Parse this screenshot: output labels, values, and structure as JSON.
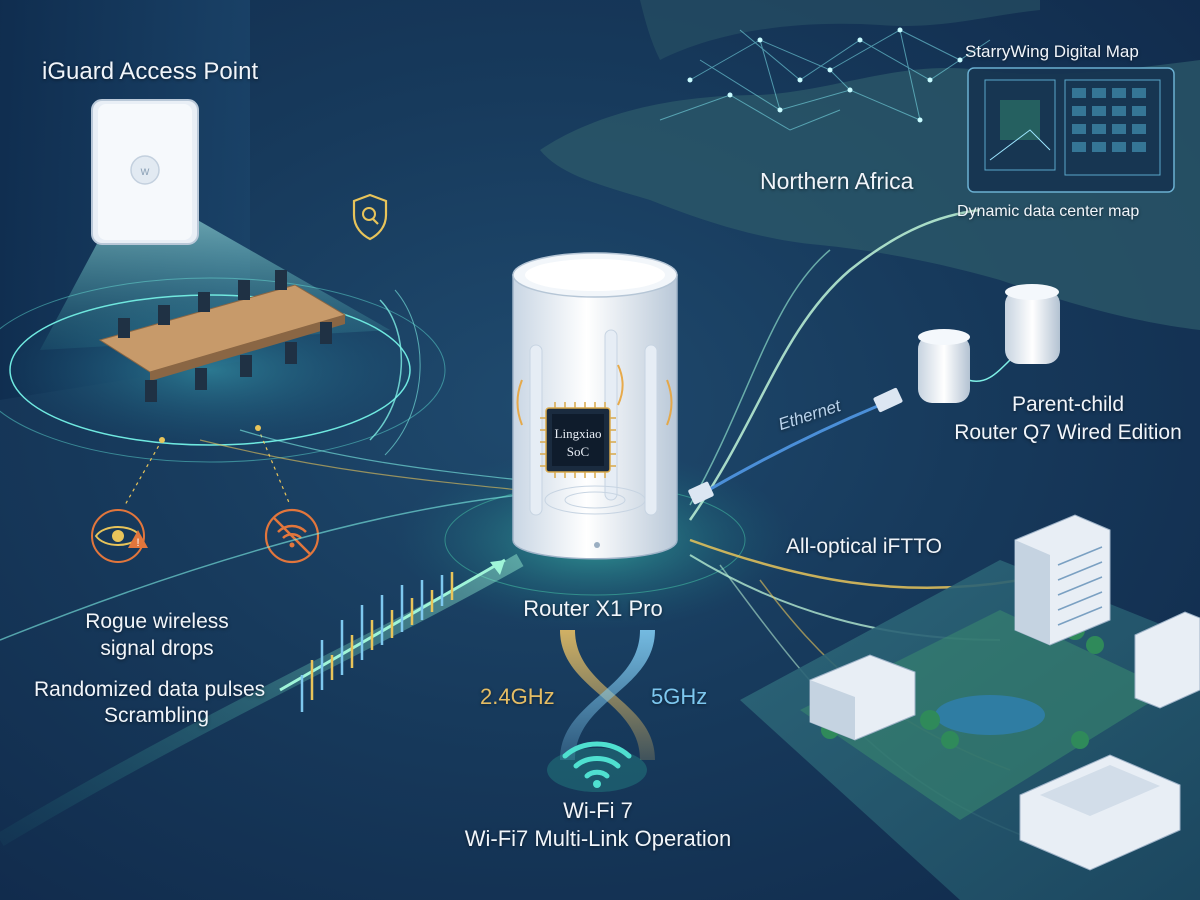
{
  "labels": {
    "access_point": "iGuard Access Point",
    "map_title": "StarryWing Digital Map",
    "northern_africa": "Northern Africa",
    "dc_map": "Dynamic data center map",
    "ethernet": "Ethernet",
    "parent_child_line1": "Parent-child",
    "parent_child_line2": "Router Q7 Wired Edition",
    "optical": "All-optical iFTTO",
    "router": "Router X1 Pro",
    "soc_line1": "Lingxiao",
    "soc_line2": "SoC",
    "band_24": "2.4GHz",
    "band_5": "5GHz",
    "wifi7": "Wi-Fi 7",
    "mlo": "Wi-Fi7 Multi-Link Operation",
    "rogue_line1": "Rogue wireless",
    "rogue_line2": "signal drops",
    "pulses_line1": "Randomized data pulses",
    "pulses_line2": "Scrambling"
  },
  "icons": {
    "shield": "shield-search-icon",
    "eye_warning": "eye-warning-icon",
    "no_wifi": "no-wifi-icon",
    "wifi": "wifi-icon",
    "chip": "chip-icon"
  },
  "colors": {
    "background": "#173a5c",
    "accent_cyan": "#7ff0e6",
    "accent_yellow": "#e8c45a",
    "accent_blue": "#6ec3f5",
    "warning_orange": "#e2763c",
    "band_24": "#e5bd64",
    "band_5": "#7ec8ef"
  }
}
